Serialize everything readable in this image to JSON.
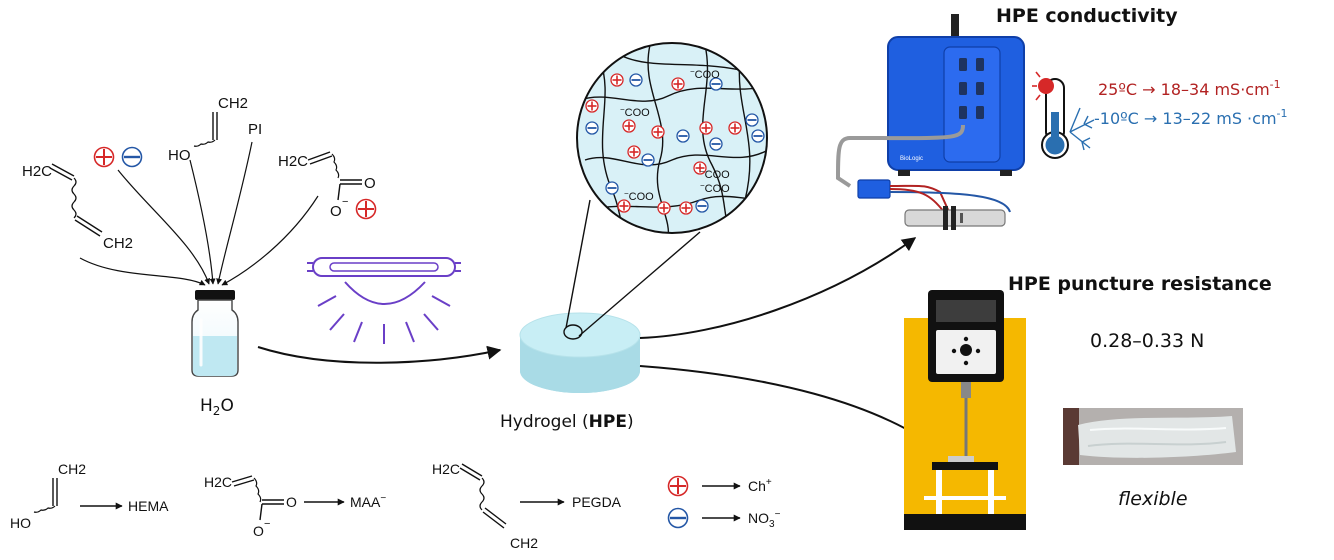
{
  "reagents": {
    "monomer1_h2c": "H2C",
    "monomer1_ch2": "CH2",
    "hema_ch2": "CH2",
    "hema_ho": "HO",
    "pi": "PI",
    "maa_h2c": "H2C",
    "maa_o": "O",
    "maa_ominus": "O"
  },
  "vial_label": "H2O",
  "hydrogel_label_prefix": "Hydrogel (",
  "hydrogel_label_bold": "HPE",
  "hydrogel_label_suffix": ")",
  "network_groups": [
    "COO",
    "COO",
    "COO",
    "COO",
    "COO"
  ],
  "conductivity": {
    "title": "HPE conductivity",
    "hot_line": "25ºC → 18–34 mS·cm",
    "hot_exp": "-1",
    "cold_line": "-10ºC → 13–22 mS ·cm",
    "cold_exp": "-1",
    "brand": "BioLogic"
  },
  "puncture": {
    "title": "HPE puncture resistance",
    "value": "0.28–0.33 N",
    "photo_caption": "flexible"
  },
  "legend": {
    "hema": "HEMA",
    "maa": "MAA",
    "maa_sup": "−",
    "pegda": "PEGDA",
    "cation": "Ch",
    "cation_sup": "+",
    "anion": "NO",
    "anion_sub": "3",
    "anion_sup": "−",
    "l_ch2_1": "CH2",
    "l_ho": "HO",
    "l_h2c_maa": "H2C",
    "l_o_maa": "O",
    "l_ominus_maa": "O",
    "l_h2c_pegda": "H2C",
    "l_ch2_pegda": "CH2"
  },
  "colors": {
    "cation": "#d62828",
    "anion": "#2457a6",
    "hydrogel": "#bfe8f0",
    "network": "#d9f1f7",
    "device": "#1f5fe0",
    "tester": "#f5b800",
    "uv_lamp": "#6a3fc7",
    "hot": "#b22222",
    "cold": "#2a6fb0"
  }
}
